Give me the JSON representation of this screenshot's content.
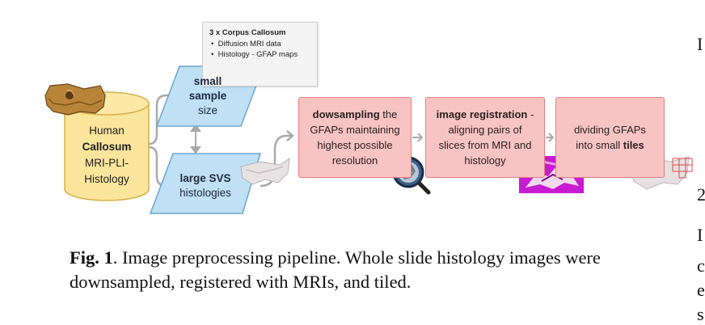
{
  "note": {
    "title": "3 x Corpus Callosum",
    "bullets": [
      "Diffusion MRI data",
      "Histology - GFAP maps"
    ]
  },
  "source": {
    "line1": "Human",
    "line2": "Callosum",
    "line3": "MRI-PLI-",
    "line4": "Histology"
  },
  "issues": {
    "top": {
      "bold1": "small",
      "bold2": "sample",
      "plain": "size"
    },
    "bottom": {
      "bold": "large SVS",
      "plain": "histologies"
    }
  },
  "steps": [
    {
      "bold": "dowsampling",
      "rest1": " the",
      "rest2": "GFAPs maintaining",
      "rest3": "highest possible",
      "rest4": "resolution"
    },
    {
      "bold": "image registration",
      "rest1": " -",
      "rest2": "aligning pairs of",
      "rest3": "slices from MRI and",
      "rest4": "histology"
    },
    {
      "line1": "dividing GFAPs",
      "plain2": "into small ",
      "bold2": "tiles"
    }
  ],
  "caption": {
    "label": "Fig. 1",
    "text": ". Image preprocessing pipeline. Whole slide histology images were downsampled, registered with MRIs, and tiled."
  },
  "edge_fragments": [
    "I",
    "2",
    "I",
    "c",
    "e",
    "s"
  ],
  "colors": {
    "cylinder_fill": "#fbe59a",
    "cylinder_stroke": "#d4b04a",
    "parallelogram_fill": "#bfe0f5",
    "parallelogram_stroke": "#6aa6d1",
    "box_fill": "#f8c3c3",
    "box_stroke": "#e07f7f",
    "connector": "#a9a9a9"
  },
  "icons": [
    "tissue-sample-icon",
    "magnifier-icon",
    "histology-slice-icon",
    "registration-overlay-icon",
    "tiled-slice-icon"
  ]
}
